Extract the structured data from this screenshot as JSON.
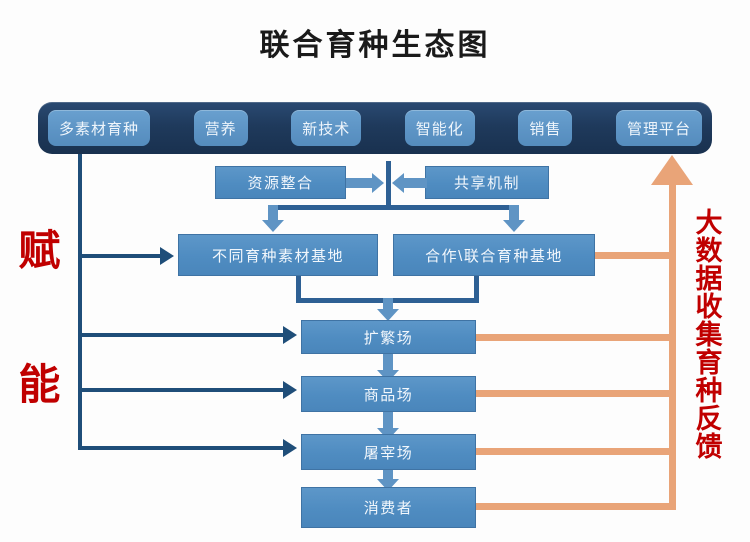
{
  "title": "联合育种生态图",
  "top_bar": {
    "items": [
      {
        "label": "多素材育种"
      },
      {
        "label": "营养"
      },
      {
        "label": "新技术"
      },
      {
        "label": "智能化"
      },
      {
        "label": "销售"
      },
      {
        "label": "管理平台"
      }
    ]
  },
  "nodes": {
    "resource_integration": "资源整合",
    "sharing_mechanism": "共享机制",
    "material_base": "不同育种素材基地",
    "joint_base": "合作\\联合育种基地",
    "multiplication_farm": "扩繁场",
    "commodity_farm": "商品场",
    "slaughterhouse": "屠宰场",
    "consumer": "消费者"
  },
  "side_labels": {
    "left_top": "赋",
    "left_bottom": "能",
    "right": "大数据收集育种反馈"
  },
  "colors": {
    "navy_bar": "#1f3a5c",
    "box_blue": "#4f8cc1",
    "arrow_blue": "#1f4e79",
    "feedback_orange": "#e9a478",
    "label_red": "#c00000",
    "background": "#fdfdfd"
  }
}
